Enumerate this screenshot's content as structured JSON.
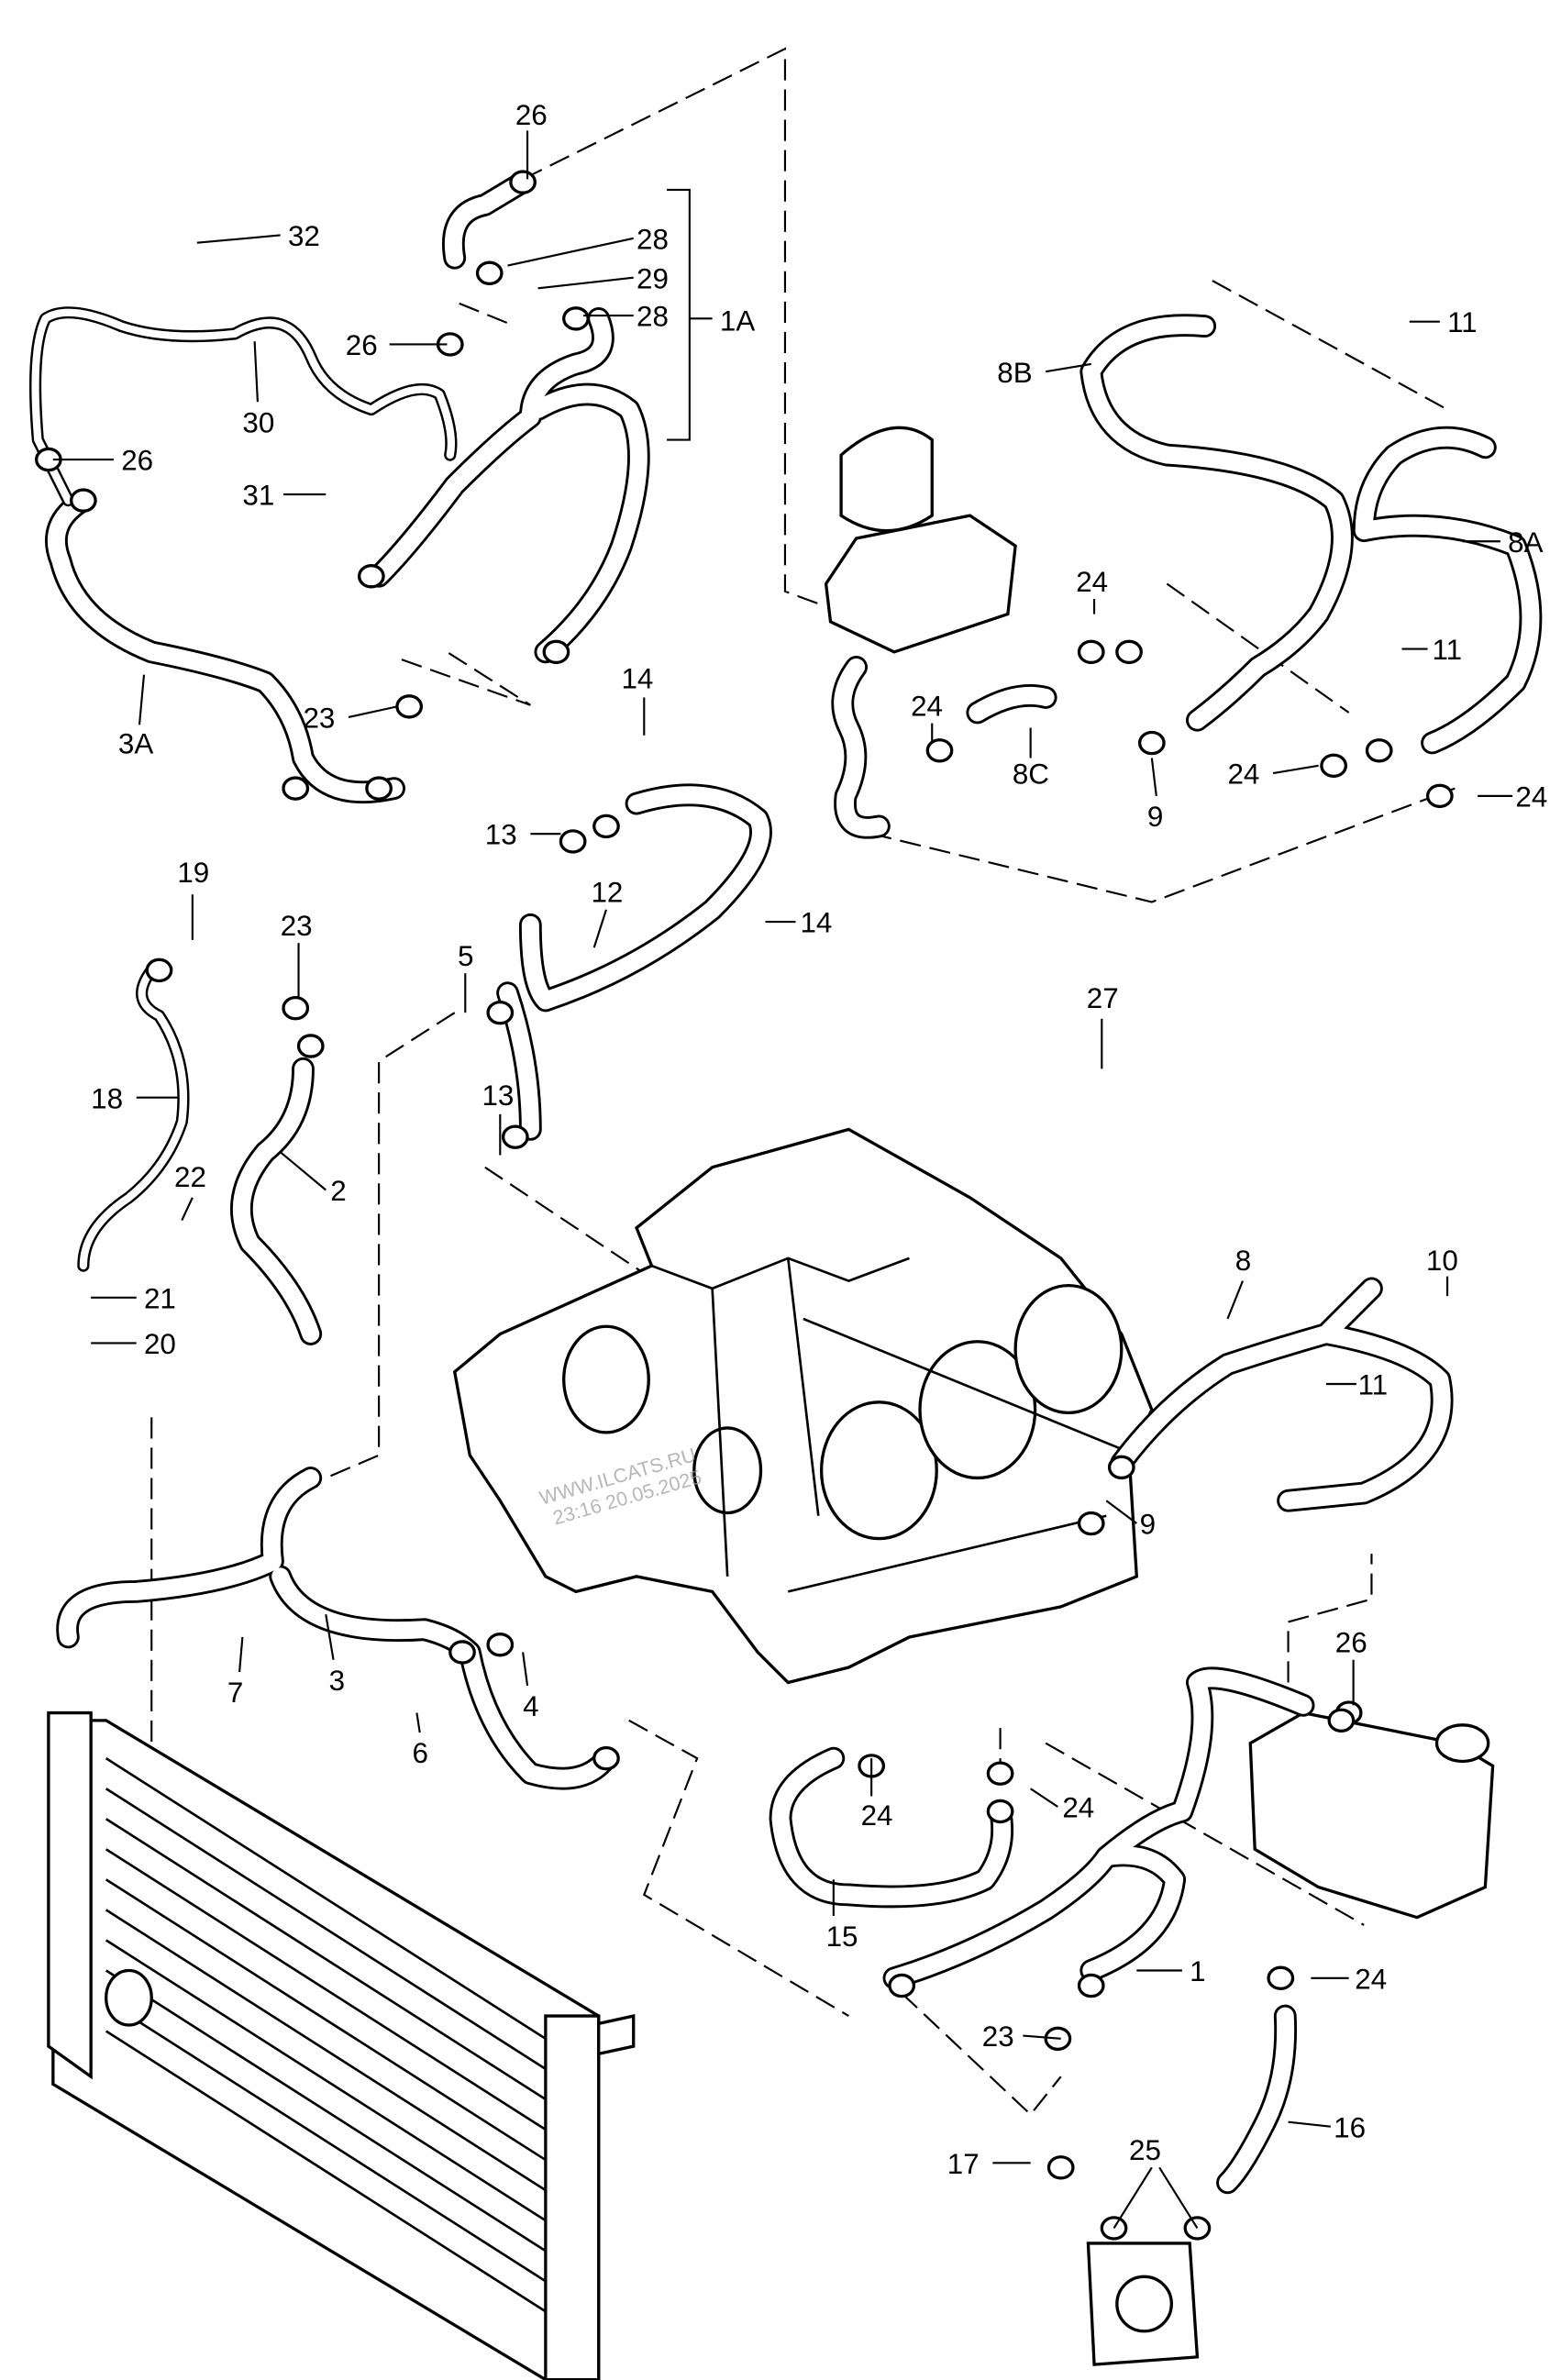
{
  "diagram": {
    "labels": [
      "26",
      "32",
      "28",
      "29",
      "28",
      "1A",
      "26",
      "30",
      "26",
      "31",
      "3A",
      "23",
      "14",
      "13",
      "12",
      "14",
      "19",
      "23",
      "5",
      "18",
      "2",
      "22",
      "13",
      "21",
      "20",
      "27",
      "10",
      "8",
      "11",
      "9",
      "7",
      "3",
      "6",
      "4",
      "26",
      "24",
      "24",
      "15",
      "1",
      "24",
      "23",
      "25",
      "17",
      "16",
      "11",
      "8B",
      "8A",
      "24",
      "11",
      "24",
      "8C",
      "9",
      "24",
      "24"
    ],
    "watermark": {
      "line1": "WWW.ILCATS.RU",
      "line2": "23:16 20.05.2025"
    }
  }
}
